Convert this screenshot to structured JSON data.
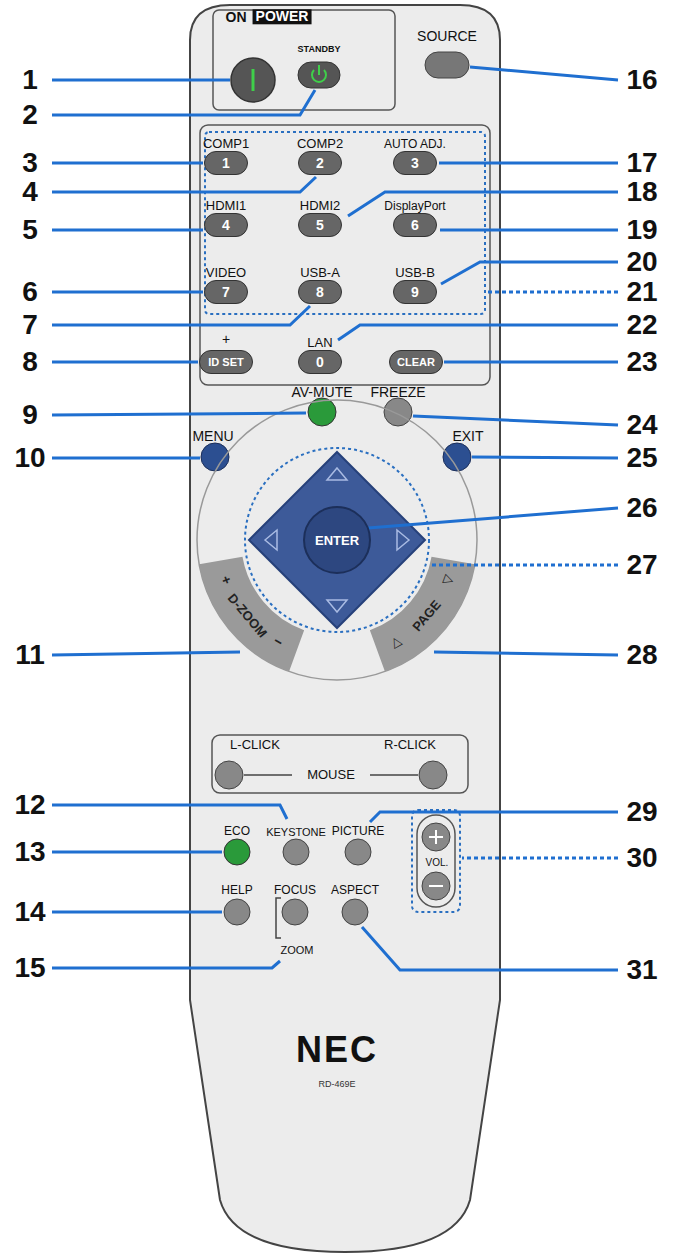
{
  "diagram": {
    "nodes": [
      {
        "text": [
          "COMP1",
          "1"
        ]
      },
      {
        "text": [
          "COMP2",
          "2"
        ]
      },
      {
        "text": [
          "AUTO ADJ.",
          "3"
        ]
      },
      {
        "text": [
          "HDMI1",
          "4"
        ]
      },
      {
        "text": [
          "HDMI2",
          "5"
        ]
      },
      {
        "text": [
          "DisplayPort",
          "6"
        ]
      },
      {
        "text": [
          "VIDEO",
          "7"
        ]
      },
      {
        "text": [
          "USB-A",
          "8"
        ]
      },
      {
        "text": [
          "USB-B",
          "9"
        ]
      },
      {
        "text": [
          "ID SET"
        ]
      },
      {
        "text": [
          "LAN",
          "0"
        ]
      },
      {
        "text": [
          "CLEAR"
        ]
      },
      {
        "text": [
          "ENTER"
        ]
      }
    ],
    "labels": [
      "1",
      "2",
      "3",
      "4",
      "5",
      "6",
      "7",
      "8",
      "9",
      "10",
      "11",
      "12",
      "13",
      "14",
      "15",
      "16",
      "17",
      "18",
      "19",
      "20",
      "21",
      "22",
      "23",
      "24",
      "25",
      "26",
      "27",
      "28",
      "29",
      "30",
      "31",
      "ON",
      "POWER",
      "STANDBY",
      "SOURCE",
      "+",
      "AV-MUTE",
      "FREEZE",
      "MENU",
      "EXIT",
      "+",
      "D-ZOOM",
      "−",
      "△",
      "PAGE",
      "▽",
      "L-CLICK",
      "MOUSE",
      "R-CLICK",
      "ECO",
      "KEYSTONE",
      "PICTURE",
      "HELP",
      "FOCUS",
      "ZOOM",
      "ASPECT",
      "VOL.",
      "NEC",
      "RD-469E"
    ]
  }
}
